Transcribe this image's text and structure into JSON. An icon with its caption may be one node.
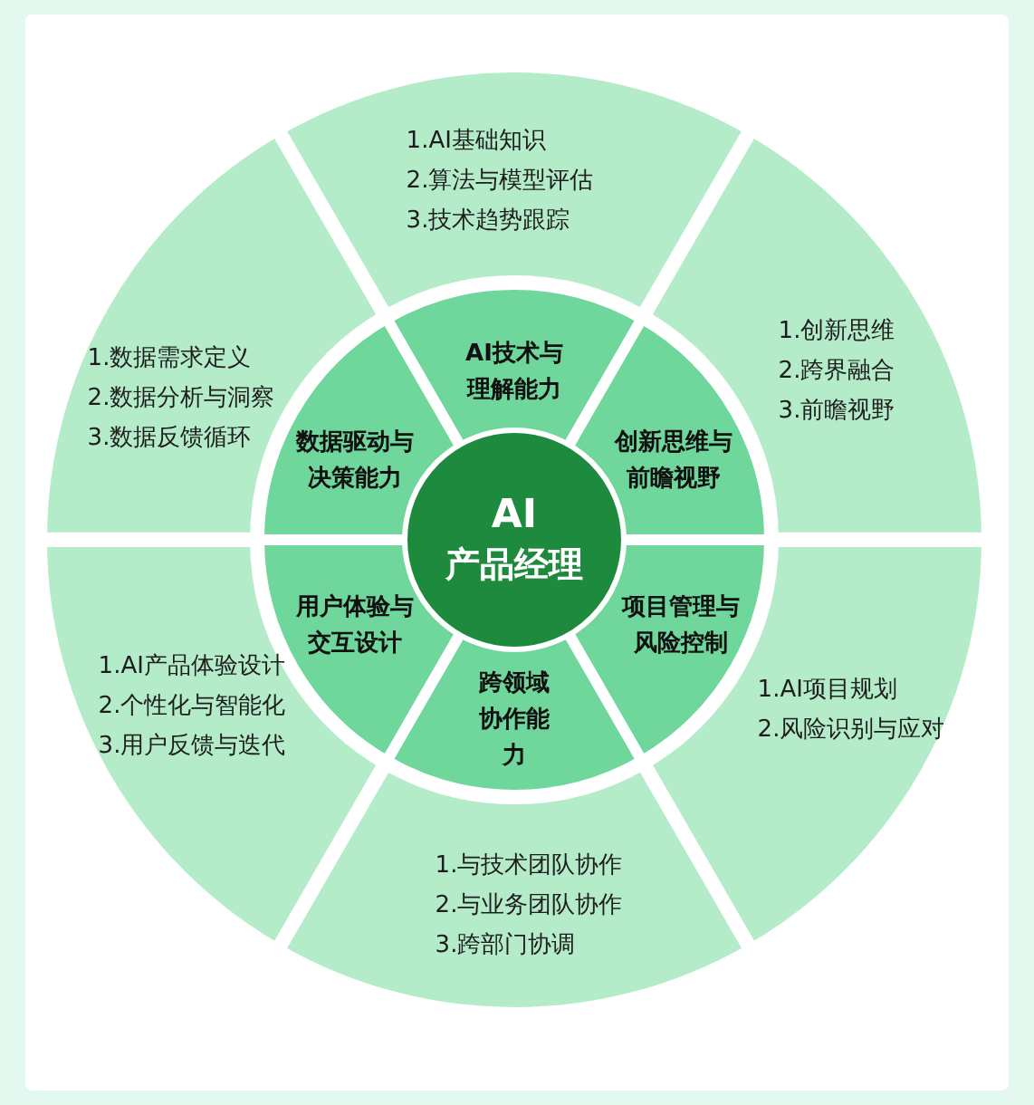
{
  "diagram": {
    "nodes": [
      {
        "text": [
          "AI",
          "产品经理"
        ]
      },
      {
        "text": [
          "AI技术与理解能力"
        ]
      },
      {
        "text": [
          "创新思维与前瞻视野"
        ]
      },
      {
        "text": [
          "项目管理与风险控制"
        ]
      },
      {
        "text": [
          "跨领域协作能力"
        ]
      },
      {
        "text": [
          "用户体验与交互设计"
        ]
      },
      {
        "text": [
          "数据驱动与决策能力"
        ]
      },
      {
        "text": [
          "1.AI基础知识",
          "2.算法与模型评估",
          "3.技术趋势跟踪"
        ]
      },
      {
        "text": [
          "1.创新思维",
          "2.跨界融合",
          "3.前瞻视野"
        ]
      },
      {
        "text": [
          "1.AI项目规划",
          "2.风险识别与应对"
        ]
      },
      {
        "text": [
          "1.与技术团队协作",
          "2.与业务团队协作",
          "3.跨部门协调"
        ]
      },
      {
        "text": [
          "1.AI产品体验设计",
          "2.个性化与智能化",
          "3.用户反馈与迭代"
        ]
      },
      {
        "text": [
          "1.数据需求定义",
          "2.数据分析与洞察",
          "3.数据反馈循环"
        ]
      }
    ]
  }
}
